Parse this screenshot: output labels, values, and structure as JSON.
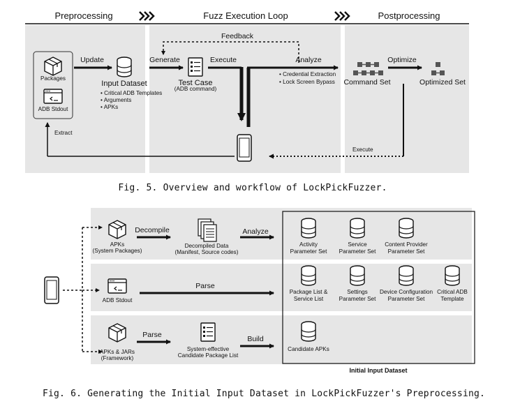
{
  "fig5": {
    "phases": [
      "Preprocessing",
      "Fuzz Execution Loop",
      "Postprocessing"
    ],
    "packages_label": "Packages",
    "adb_stdout_label": "ADB Stdout",
    "update_label": "Update",
    "input_dataset_label": "Input Dataset",
    "input_dataset_items": [
      "Critical ADB Templates",
      "Arguments",
      "APKs"
    ],
    "generate_label": "Generate",
    "test_case_label": "Test Case",
    "test_case_sub": "(ADB command)",
    "execute_label": "Execute",
    "feedback_label": "Feedback",
    "analyze_label": "Analyze",
    "analyze_items": [
      "Credential Extraction",
      "Lock Screen Bypass"
    ],
    "command_set_label": "Command Set",
    "optimize_label": "Optimize",
    "optimized_set_label": "Optimized Set",
    "extract_label": "Extract",
    "execute_bottom_label": "Execute",
    "caption": "Fig. 5. Overview and workflow of LockPickFuzzer."
  },
  "fig6": {
    "row1": {
      "apks_label": "APKs",
      "apks_sub": "(System Packages)",
      "decompile_label": "Decompile",
      "decompiled_label": "Decompiled Data",
      "decompiled_sub": "(Manifest, Source codes)",
      "analyze_label": "Analyze"
    },
    "row2": {
      "adb_label": "ADB Stdout",
      "parse_label": "Parse"
    },
    "row3": {
      "apks_label": "APKs & JARs",
      "apks_sub": "(Framework)",
      "parse_label": "Parse",
      "candidate_list_label": "System-effective",
      "candidate_list_label2": "Candidate Package List",
      "build_label": "Build"
    },
    "datasets": {
      "activity": [
        "Activity",
        "Parameter Set"
      ],
      "service": [
        "Service",
        "Parameter Set"
      ],
      "content_provider": [
        "Content Provider",
        "Parameter Set"
      ],
      "package_list": [
        "Package List &",
        "Service List"
      ],
      "settings": [
        "Settings",
        "Parameter Set"
      ],
      "device_config": [
        "Device Configuration",
        "Parameter Set"
      ],
      "critical_adb": [
        "Critical ADB",
        "Template"
      ],
      "candidate_apks": "Candidate APKs"
    },
    "initial_input_label": "Initial Input Dataset",
    "caption": "Fig. 6. Generating the Initial Input Dataset in LockPickFuzzer's Preprocessing."
  },
  "colors": {
    "panel_gray": "#e6e6e6",
    "ink": "#111111"
  }
}
